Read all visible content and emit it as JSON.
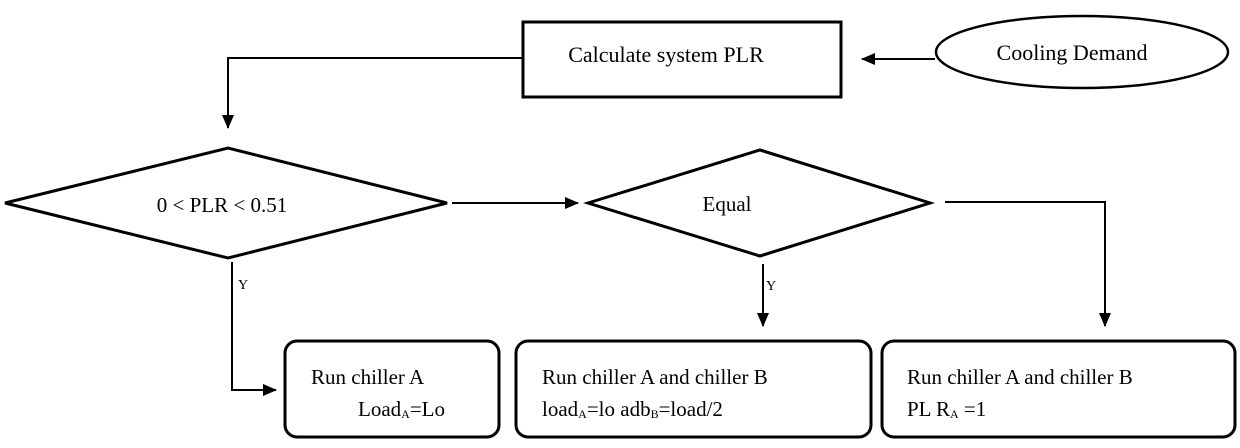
{
  "nodes": {
    "cooling_demand": {
      "label": "Cooling Demand"
    },
    "calc_plr": {
      "label": "Calculate system PLR"
    },
    "decision_plr": {
      "label": "0 < PLR < 0.51"
    },
    "decision_equal": {
      "label": "Equal"
    },
    "run_a": {
      "line1": "Run chiller A",
      "line2_main": "Load",
      "line2_sub": "A",
      "line2_rest": "=Lo"
    },
    "run_ab_equal": {
      "line1": "Run chiller A and chiller B",
      "line2_a": "load",
      "line2_a_sub": "A",
      "line2_b": "=lo adb",
      "line2_b_sub": "B",
      "line2_rest": "=load/2"
    },
    "run_ab_full": {
      "line1": "Run chiller A and chiller B",
      "line2_main": "PL R",
      "line2_sub": "A",
      "line2_rest": " =1"
    }
  },
  "edges": {
    "plr_yes": {
      "label": "Y"
    },
    "equal_yes": {
      "label": "Y"
    }
  }
}
